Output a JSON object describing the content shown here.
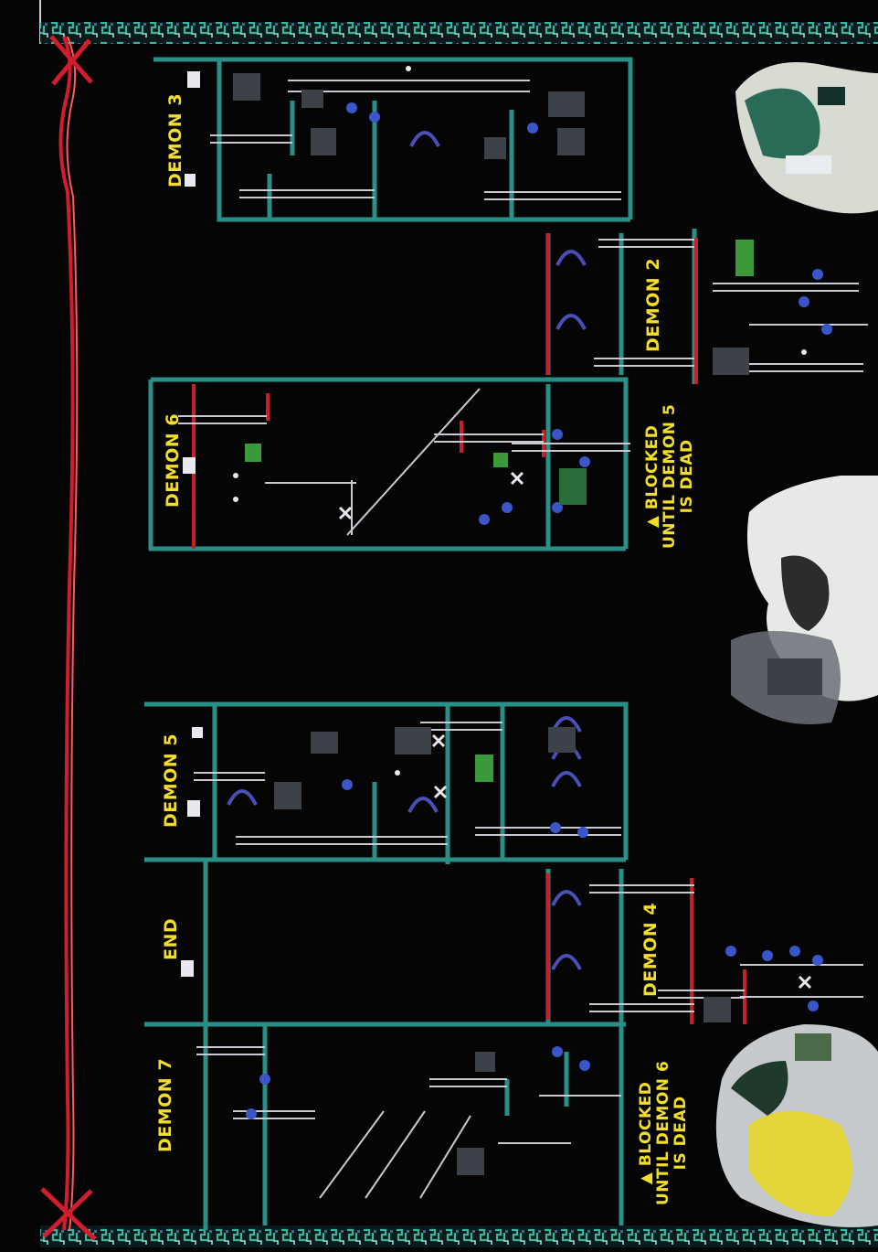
{
  "map_labels": {
    "demon3": "DEMON 3",
    "demon6": "DEMON 6",
    "demon5": "DEMON 5",
    "end": "END",
    "demon7": "DEMON 7",
    "demon2": "DEMON 2",
    "demon4": "DEMON 4",
    "blocked_demon5_line1": "▲ BLOCKED",
    "blocked_demon5_line2": "UNTIL DEMON 5",
    "blocked_demon5_line3": "IS DEAD",
    "blocked_demon6_line1": "▲ BLOCKED",
    "blocked_demon6_line2": "UNTIL DEMON 6",
    "blocked_demon6_line3": "IS DEAD"
  },
  "colors": {
    "background": "#050506",
    "label": "#f2dd2a",
    "wall": "#2a8f86",
    "accent_red": "#c8202b",
    "border_green": "#3fb29b"
  }
}
